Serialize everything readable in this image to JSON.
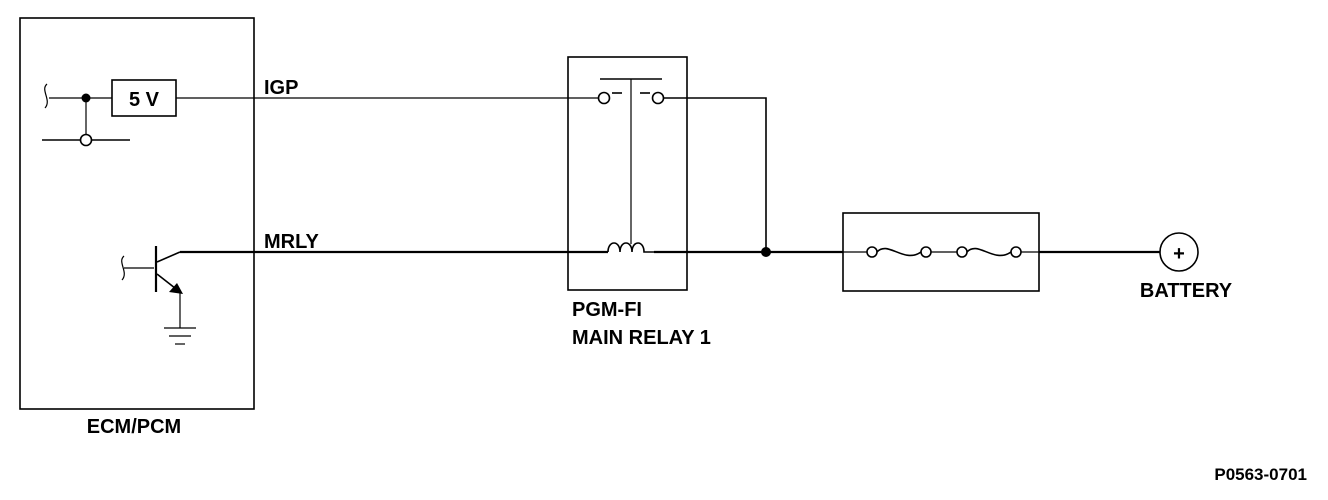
{
  "labels": {
    "ecm": "ECM/PCM",
    "voltage": "5 V",
    "igp": "IGP",
    "mrly": "MRLY",
    "relay_line1": "PGM-FI",
    "relay_line2": "MAIN RELAY 1",
    "battery": "BATTERY",
    "battery_symbol": "+",
    "figure_id": "P0563-0701"
  }
}
